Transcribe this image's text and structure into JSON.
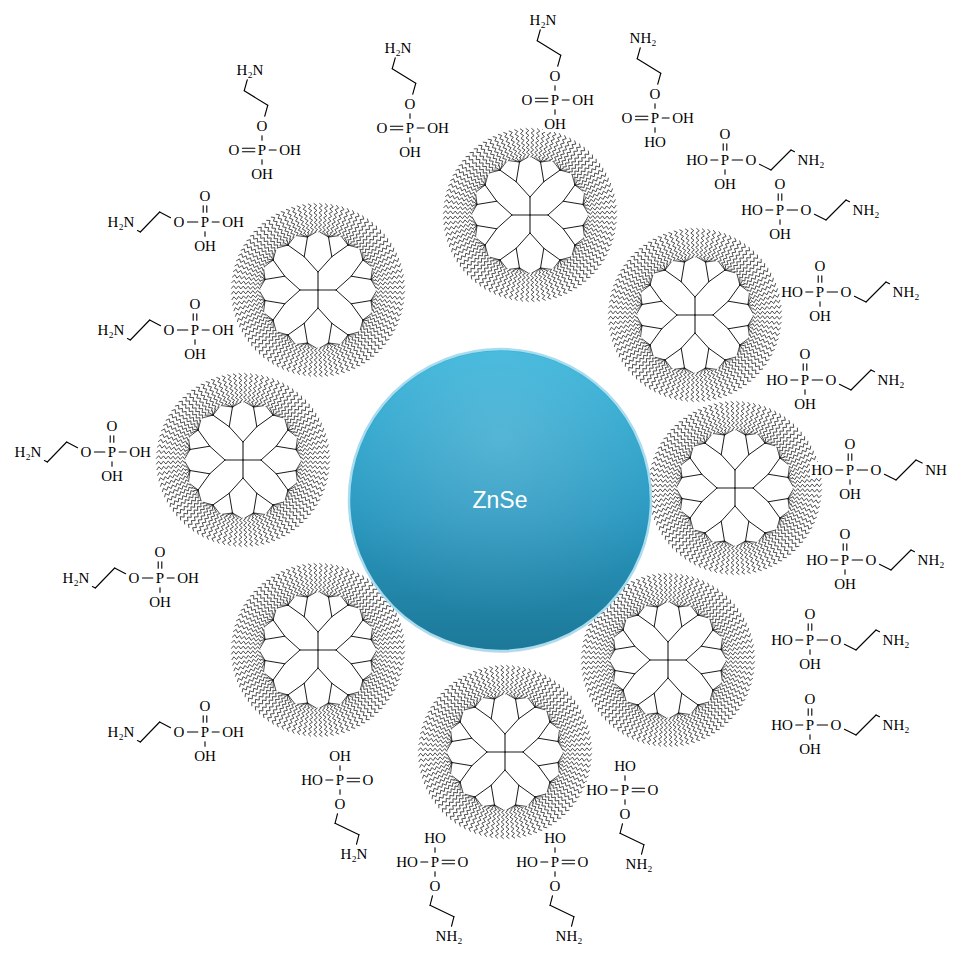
{
  "diagram": {
    "nodes": [
      {
        "text": [
          "ZnSe"
        ]
      }
    ],
    "labels": [
      "H₂N",
      "O",
      "P",
      "O",
      "OH",
      "OH",
      "H₂N",
      "O",
      "P",
      "O",
      "OH",
      "OH",
      "H₂N",
      "O",
      "P",
      "O",
      "OH",
      "OH",
      "NH₂",
      "O",
      "P",
      "O",
      "OH",
      "HO",
      "NH₂",
      "O",
      "P",
      "O",
      "HO",
      "OH",
      "NH₂",
      "O",
      "P",
      "O",
      "HO",
      "OH",
      "NH₂",
      "O",
      "P",
      "O",
      "HO",
      "OH",
      "NH₂",
      "O",
      "P",
      "O",
      "HO",
      "OH",
      "NH",
      "O",
      "P",
      "O",
      "HO",
      "OH",
      "NH₂",
      "O",
      "P",
      "O",
      "HO",
      "OH",
      "NH₂",
      "O",
      "P",
      "O",
      "HO",
      "OH",
      "NH₂",
      "O",
      "P",
      "O",
      "HO",
      "OH",
      "NH₂",
      "O",
      "P",
      "O",
      "HO",
      "HO",
      "NH₂",
      "O",
      "P",
      "O",
      "HO",
      "HO",
      "NH₂",
      "O",
      "P",
      "O",
      "HO",
      "HO",
      "H₂N",
      "O",
      "P",
      "O",
      "OH",
      "HO",
      "H₂N",
      "O",
      "P",
      "O",
      "OH",
      "OH",
      "H₂N",
      "O",
      "P",
      "O",
      "OH",
      "OH",
      "H₂N",
      "O",
      "P",
      "O",
      "OH",
      "OH",
      "H₂N",
      "O",
      "P",
      "O",
      "OH",
      "OH",
      "H₂N",
      "O",
      "P",
      "O",
      "OH",
      "OH"
    ]
  }
}
